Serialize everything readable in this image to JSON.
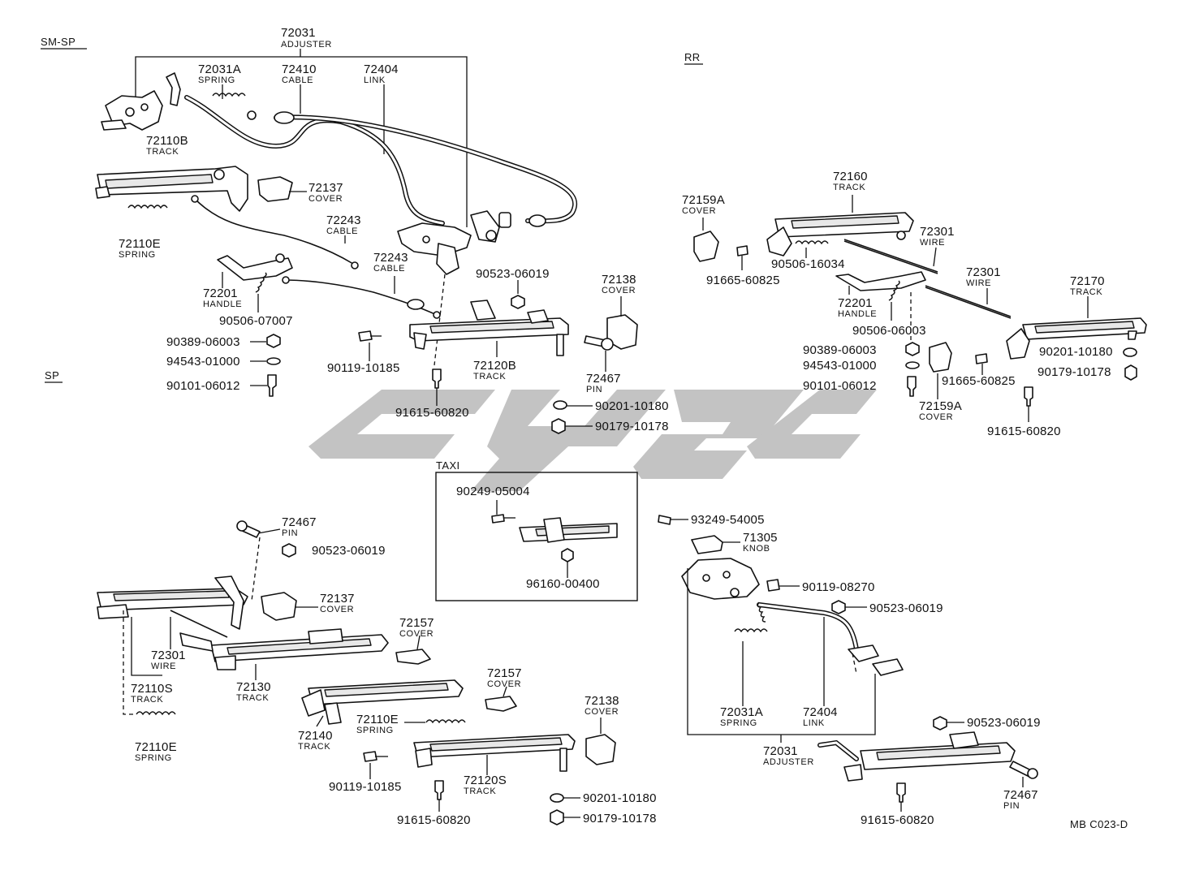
{
  "sections": {
    "sm_sp": "SM-SP",
    "rr": "RR",
    "sp": "SP",
    "taxi": "TAXI"
  },
  "drawing_code": "MB C023-D",
  "callouts": {
    "smsp_adjuster": {
      "num": "72031",
      "name": "ADJUSTER"
    },
    "smsp_spring_a": {
      "num": "72031A",
      "name": "SPRING"
    },
    "smsp_cable": {
      "num": "72410",
      "name": "CABLE"
    },
    "smsp_link": {
      "num": "72404",
      "name": "LINK"
    },
    "smsp_track_b": {
      "num": "72110B",
      "name": "TRACK"
    },
    "smsp_cover": {
      "num": "72137",
      "name": "COVER"
    },
    "smsp_spring_e": {
      "num": "72110E",
      "name": "SPRING"
    },
    "smsp_cable2": {
      "num": "72243",
      "name": "CABLE"
    },
    "smsp_cable3": {
      "num": "72243",
      "name": "CABLE"
    },
    "smsp_handle": {
      "num": "72201",
      "name": "HANDLE"
    },
    "smsp_bolt1": {
      "num": "90506-07007",
      "name": ""
    },
    "smsp_nut1": {
      "num": "90389-06003",
      "name": ""
    },
    "smsp_washer1": {
      "num": "94543-01000",
      "name": ""
    },
    "smsp_bolt2": {
      "num": "90101-06012",
      "name": ""
    },
    "smsp_nut2": {
      "num": "90523-06019",
      "name": ""
    },
    "smsp_bolt3": {
      "num": "90119-10185",
      "name": ""
    },
    "smsp_track_120b": {
      "num": "72120B",
      "name": "TRACK"
    },
    "smsp_cover138": {
      "num": "72138",
      "name": "COVER"
    },
    "smsp_pin": {
      "num": "72467",
      "name": "PIN"
    },
    "smsp_bolt4": {
      "num": "91615-60820",
      "name": ""
    },
    "smsp_nut3": {
      "num": "90201-10180",
      "name": ""
    },
    "smsp_nut4": {
      "num": "90179-10178",
      "name": ""
    },
    "rr_track160": {
      "num": "72160",
      "name": "TRACK"
    },
    "rr_cover_a": {
      "num": "72159A",
      "name": "COVER"
    },
    "rr_wire1": {
      "num": "72301",
      "name": "WIRE"
    },
    "rr_bolt1": {
      "num": "90506-16034",
      "name": ""
    },
    "rr_bolt2": {
      "num": "91665-60825",
      "name": ""
    },
    "rr_wire2": {
      "num": "72301",
      "name": "WIRE"
    },
    "rr_track170": {
      "num": "72170",
      "name": "TRACK"
    },
    "rr_handle": {
      "num": "72201",
      "name": "HANDLE"
    },
    "rr_bolt3": {
      "num": "90506-06003",
      "name": ""
    },
    "rr_nut1": {
      "num": "90389-06003",
      "name": ""
    },
    "rr_washer1": {
      "num": "94543-01000",
      "name": ""
    },
    "rr_bolt4": {
      "num": "90101-06012",
      "name": ""
    },
    "rr_cover_a2": {
      "num": "72159A",
      "name": "COVER"
    },
    "rr_bolt5": {
      "num": "91665-60825",
      "name": ""
    },
    "rr_nut2": {
      "num": "90201-10180",
      "name": ""
    },
    "rr_nut3": {
      "num": "90179-10178",
      "name": ""
    },
    "rr_bolt6": {
      "num": "91615-60820",
      "name": ""
    },
    "taxi_bolt": {
      "num": "90249-05004",
      "name": ""
    },
    "taxi_nut": {
      "num": "96160-00400",
      "name": ""
    },
    "sp_pin": {
      "num": "72467",
      "name": "PIN"
    },
    "sp_nut1": {
      "num": "90523-06019",
      "name": ""
    },
    "sp_cover137": {
      "num": "72137",
      "name": "COVER"
    },
    "sp_wire": {
      "num": "72301",
      "name": "WIRE"
    },
    "sp_track130": {
      "num": "72130",
      "name": "TRACK"
    },
    "sp_track110s": {
      "num": "72110S",
      "name": "TRACK"
    },
    "sp_spring_e": {
      "num": "72110E",
      "name": "SPRING"
    },
    "sp_cover157a": {
      "num": "72157",
      "name": "COVER"
    },
    "sp_cover157b": {
      "num": "72157",
      "name": "COVER"
    },
    "sp_track140": {
      "num": "72140",
      "name": "TRACK"
    },
    "sp_spring_e2": {
      "num": "72110E",
      "name": "SPRING"
    },
    "sp_bolt1": {
      "num": "90119-10185",
      "name": ""
    },
    "sp_track120s": {
      "num": "72120S",
      "name": "TRACK"
    },
    "sp_cover138": {
      "num": "72138",
      "name": "COVER"
    },
    "sp_bolt2": {
      "num": "91615-60820",
      "name": ""
    },
    "sp_nut2": {
      "num": "90201-10180",
      "name": ""
    },
    "sp_nut3": {
      "num": "90179-10178",
      "name": ""
    },
    "adj_bolt1": {
      "num": "93249-54005",
      "name": ""
    },
    "adj_knob": {
      "num": "71305",
      "name": "KNOB"
    },
    "adj_bolt2": {
      "num": "90119-08270",
      "name": ""
    },
    "adj_nut1": {
      "num": "90523-06019",
      "name": ""
    },
    "adj_spring_a": {
      "num": "72031A",
      "name": "SPRING"
    },
    "adj_link": {
      "num": "72404",
      "name": "LINK"
    },
    "adj_adjuster": {
      "num": "72031",
      "name": "ADJUSTER"
    },
    "adj_nut2": {
      "num": "90523-06019",
      "name": ""
    },
    "adj_pin": {
      "num": "72467",
      "name": "PIN"
    },
    "adj_bolt3": {
      "num": "91615-60820",
      "name": ""
    }
  }
}
